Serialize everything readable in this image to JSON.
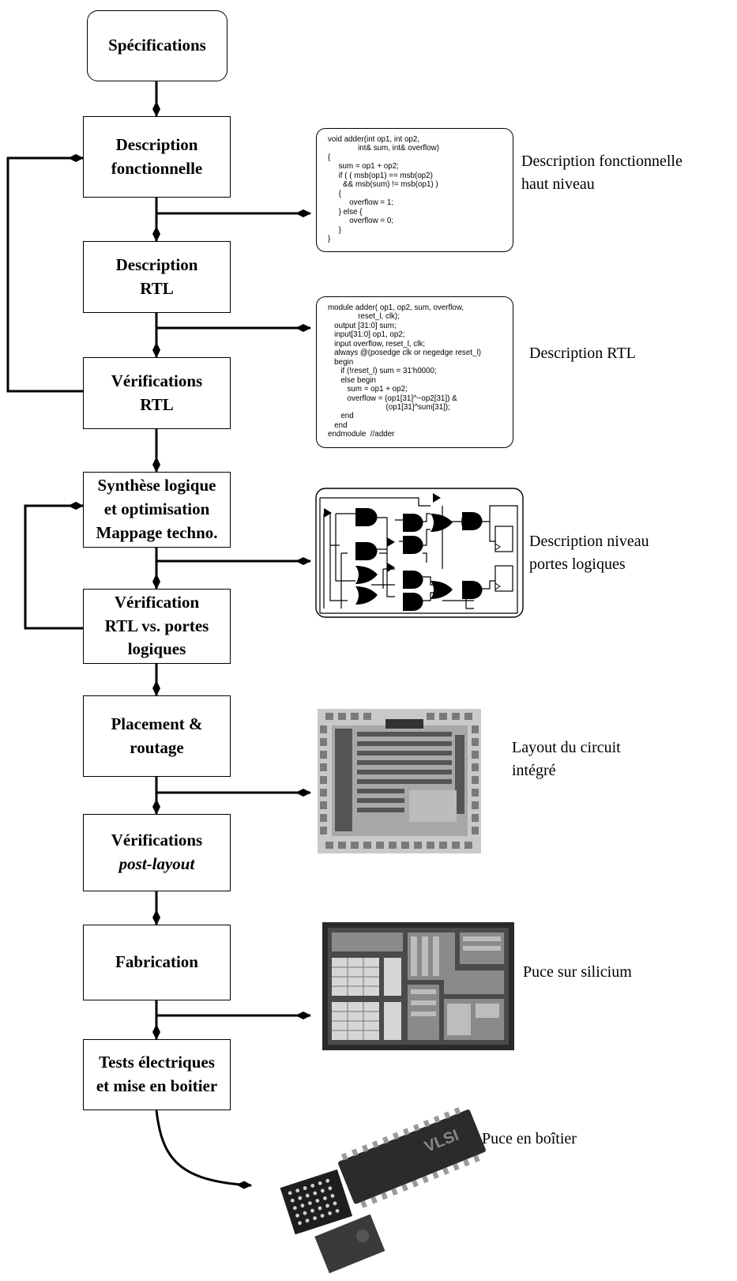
{
  "steps": [
    {
      "l1": "Spécifications"
    },
    {
      "l1": "Description",
      "l2": "fonctionnelle"
    },
    {
      "l1": "Description",
      "l2": "RTL"
    },
    {
      "l1": "Vérifications",
      "l2": "RTL"
    },
    {
      "l1": "Synthèse logique",
      "l2": "et optimisation",
      "l3": "Mappage techno."
    },
    {
      "l1": "Vérification",
      "l2": "RTL vs. portes",
      "l3": "logiques"
    },
    {
      "l1": "Placement &",
      "l2": "routage"
    },
    {
      "l1": "Vérifications",
      "l2": "post-layout"
    },
    {
      "l1": "Fabrication"
    },
    {
      "l1": "Tests électriques",
      "l2": "et mise en boitier"
    }
  ],
  "code_functional": "void adder(int op1, int op2,\n              int& sum, int& overflow)\n{\n     sum = op1 + op2;\n     if ( ( msb(op1) == msb(op2)\n       && msb(sum) != msb(op1) )\n     {\n          overflow = 1;\n     } else {\n          overflow = 0;\n     }\n}",
  "code_rtl": "module adder( op1, op2, sum, overflow,\n              reset_l, clk);\n   output [31:0] sum;\n   input[31:0] op1, op2;\n   input overflow, reset_l, clk;\n   always @(posedge clk or negedge reset_l)\n   begin\n      if (!reset_l) sum = 31'h0000;\n      else begin\n         sum = op1 + op2;\n         overflow = (op1[31]^~op2[31]) &\n                           (op1[31]^sum[31]);\n      end\n   end\nendmodule  //adder",
  "labels": {
    "functional": {
      "l1": "Description fonctionnelle",
      "l2": "haut niveau"
    },
    "rtl": {
      "l1": "Description RTL"
    },
    "gates": {
      "l1": "Description niveau",
      "l2": "portes logiques"
    },
    "layout": {
      "l1": "Layout du circuit",
      "l2": "intégré"
    },
    "silicon": {
      "l1": "Puce sur silicium"
    },
    "package": {
      "l1": "Puce en boîtier"
    }
  },
  "package_marking": "VLSI"
}
